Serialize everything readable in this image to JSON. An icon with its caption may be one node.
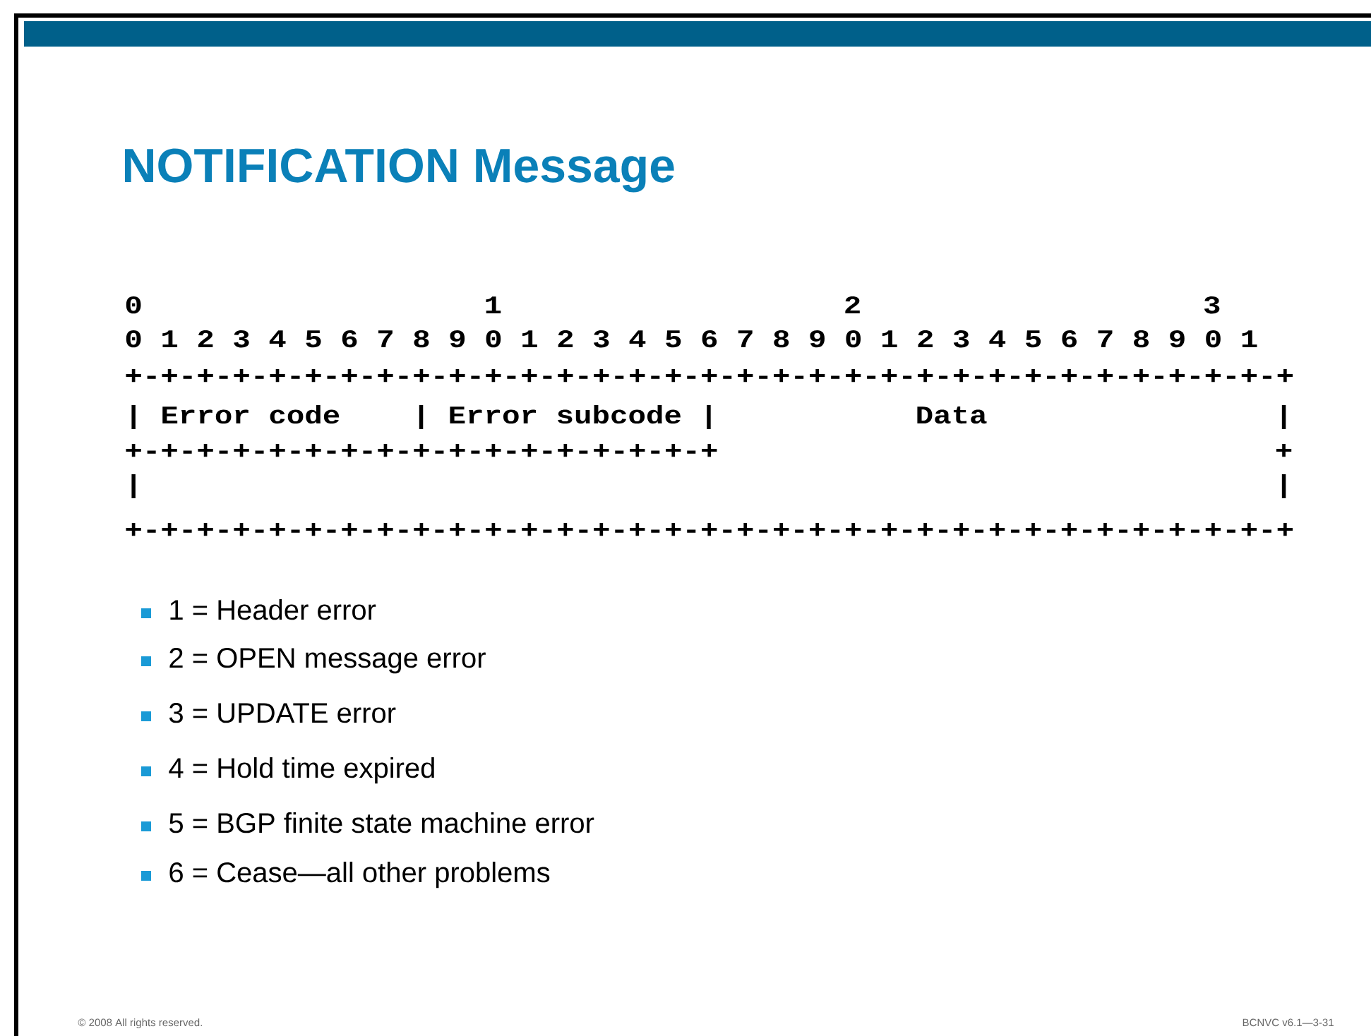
{
  "diagram": {
    "title": "NOTIFICATION Message",
    "labels": [
      "0",
      "1",
      "2",
      "3",
      "0 1 2 3 4 5 6 7 8 9 0 1 2 3 4 5 6 7 8 9 0 1 2 3 4 5 6 7 8 9 0 1",
      "+-+-+-+-+-+-+-+-+-+-+-+-+-+-+-+-+-+-+-+-+-+-+-+-+-+-+-+-+-+-+-+-+",
      "|",
      "Error code",
      "|",
      "Error subcode",
      "|",
      "Data",
      "|",
      "+-+-+-+-+-+-+-+-+-+-+-+-+-+-+-+-+",
      "+",
      "|",
      "|",
      "+-+-+-+-+-+-+-+-+-+-+-+-+-+-+-+-+-+-+-+-+-+-+-+-+-+-+-+-+-+-+-+-+",
      "1 = Header error",
      "2 = OPEN message error",
      "3 = UPDATE error",
      "4 = Hold time expired",
      "5 = BGP finite state machine error",
      "6 = Cease—all other problems",
      "© 2008 All rights reserved.",
      "BCNVC v6.1—3-31"
    ]
  }
}
